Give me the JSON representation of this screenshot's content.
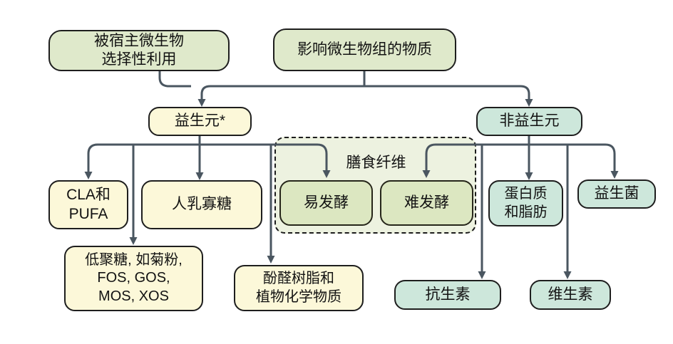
{
  "diagram": {
    "nodes": {
      "host_selective": {
        "label": "被宿主微生物\n选择性利用"
      },
      "substances": {
        "label": "影响微生物组的物质"
      },
      "prebiotics": {
        "label": "益生元*"
      },
      "non_prebiotics": {
        "label": "非益生元"
      },
      "cla_pufa": {
        "label": "CLA和\nPUFA"
      },
      "hmo": {
        "label": "人乳寡糖"
      },
      "dietary_fiber": {
        "label": "膳食纤维"
      },
      "easy_ferment": {
        "label": "易发酵"
      },
      "hard_ferment": {
        "label": "难发酵"
      },
      "protein_fat": {
        "label": "蛋白质\n和脂肪"
      },
      "probiotics": {
        "label": "益生菌"
      },
      "oligosaccharides": {
        "label": "低聚糖, 如菊粉,\nFOS, GOS,\nMOS, XOS"
      },
      "phenolics": {
        "label": "酚醛树脂和\n植物化学物质"
      },
      "antibiotics": {
        "label": "抗生素"
      },
      "vitamins": {
        "label": "维生素"
      }
    },
    "colors": {
      "green_box": "#dfe9cb",
      "yellow_box": "#fcf8d9",
      "teal_box": "#cde7db",
      "fiber_group_bg": "#edf2e0",
      "ferment_box": "#dce7c1",
      "box_border": "#1e1e1e",
      "arrow": "#4a5660"
    }
  }
}
